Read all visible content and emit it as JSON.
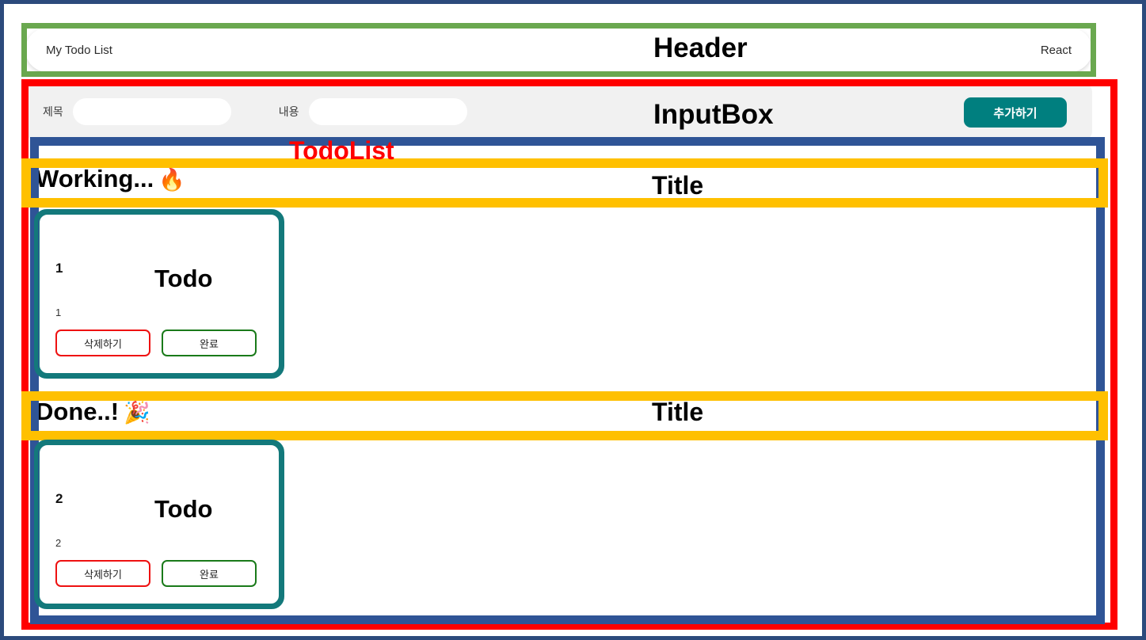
{
  "app": {
    "header": {
      "title": "My Todo List",
      "right_label": "React"
    },
    "inputbox": {
      "title_label": "제목",
      "title_value": "",
      "title_placeholder": "",
      "content_label": "내용",
      "content_value": "",
      "content_placeholder": "",
      "add_label": "추가하기"
    },
    "sections": [
      {
        "heading": "Working...",
        "emoji": "🔥",
        "cards": [
          {
            "title": "1",
            "desc": "1",
            "delete_label": "삭제하기",
            "done_label": "완료"
          }
        ]
      },
      {
        "heading": "Done..!",
        "emoji": "🎉",
        "cards": [
          {
            "title": "2",
            "desc": "2",
            "delete_label": "삭제하기",
            "done_label": "완료"
          }
        ]
      }
    ]
  },
  "annotations": {
    "header": {
      "label": "Header",
      "color": "#6aa84f"
    },
    "inputbox": {
      "label": "InputBox",
      "color": "#ff0000"
    },
    "todolist": {
      "label": "TodoList",
      "color": "#2f5496",
      "text_color": "#ff0000"
    },
    "title_working": {
      "label": "Title",
      "color": "#ffc000"
    },
    "title_done": {
      "label": "Title",
      "color": "#ffc000"
    },
    "todo_working": {
      "label": "Todo",
      "color": "#13797b"
    },
    "todo_done": {
      "label": "Todo",
      "color": "#13797b"
    }
  },
  "colors": {
    "page_border": "#2c4a7c",
    "accent_teal": "#007f7f",
    "card_border": "#13797b",
    "delete_red": "#ee1111",
    "done_green": "#1a7a1a",
    "input_bg": "#f1f1f1"
  }
}
